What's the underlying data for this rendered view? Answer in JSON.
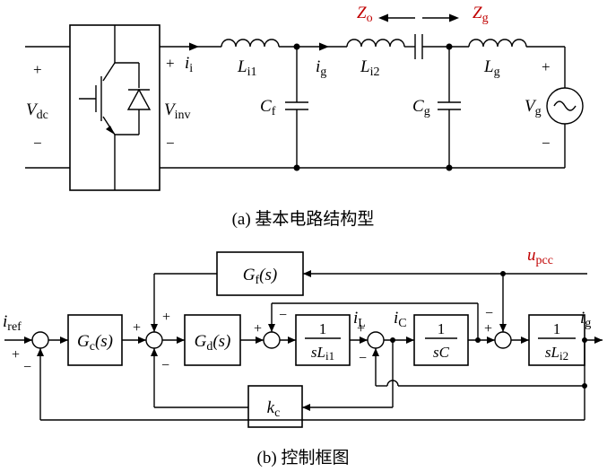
{
  "circuit": {
    "caption": "(a) 基本电路结构型",
    "dc_plus": "+",
    "dc_minus": "−",
    "vdc": {
      "main": "V",
      "sub": "dc"
    },
    "vinv": {
      "main": "V",
      "sub": "inv"
    },
    "ii": {
      "main": "i",
      "sub": "i"
    },
    "inv_plus": "+",
    "inv_minus": "−",
    "li1": {
      "main": "L",
      "sub": "i1"
    },
    "ig": {
      "main": "i",
      "sub": "g"
    },
    "li2": {
      "main": "L",
      "sub": "i2"
    },
    "cf": {
      "main": "C",
      "sub": "f"
    },
    "cg": {
      "main": "C",
      "sub": "g"
    },
    "zo": {
      "main": "Z",
      "sub": "o"
    },
    "zg": {
      "main": "Z",
      "sub": "g"
    },
    "lg": {
      "main": "L",
      "sub": "g"
    },
    "vg": {
      "main": "V",
      "sub": "g"
    },
    "vg_plus": "+",
    "vg_minus": "−",
    "accent_color": "#c00000"
  },
  "block": {
    "caption": "(b) 控制框图",
    "iref": {
      "main": "i",
      "sub": "ref"
    },
    "upcc": {
      "main": "u",
      "sub": "pcc"
    },
    "gc": {
      "pre": "G",
      "sub": "c",
      "post": "(s)"
    },
    "gf": {
      "pre": "G",
      "sub": "f",
      "post": "(s)"
    },
    "gd": {
      "pre": "G",
      "sub": "d",
      "post": "(s)"
    },
    "kc": {
      "main": "k",
      "sub": "c"
    },
    "f1": {
      "num": "1",
      "den_main": "sL",
      "den_sub": "i1"
    },
    "f2": {
      "num": "1",
      "den_main": "sC"
    },
    "f3": {
      "num": "1",
      "den_main": "sL",
      "den_sub": "i2"
    },
    "iL": {
      "main": "i",
      "sub": "L"
    },
    "iC": {
      "main": "i",
      "sub": "C"
    },
    "ig_out": {
      "main": "i",
      "sub": "g"
    },
    "signs": {
      "plus": "+",
      "minus": "−"
    }
  }
}
